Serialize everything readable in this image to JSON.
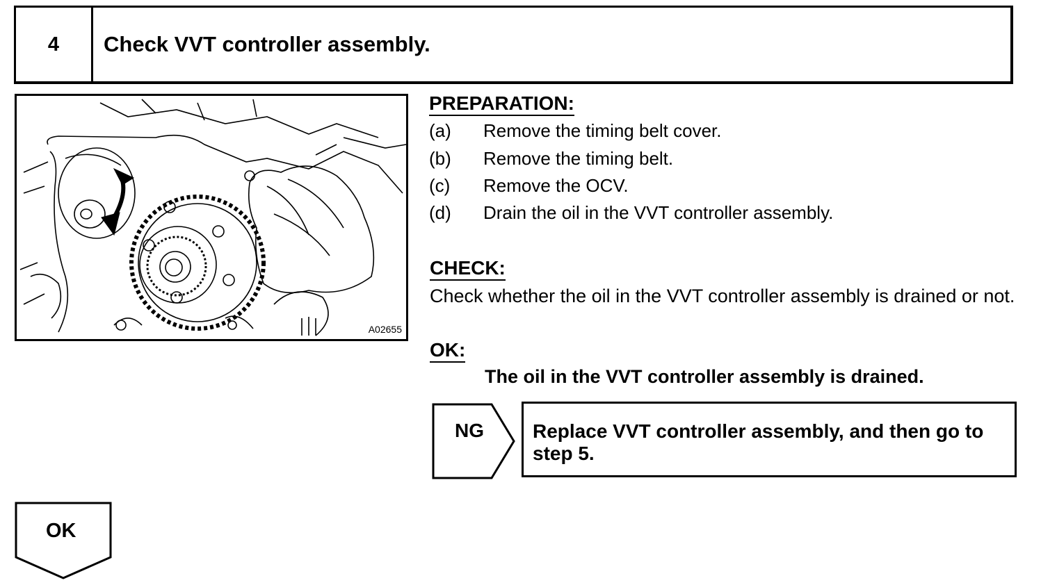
{
  "step": {
    "number": "4",
    "title": "Check VVT controller assembly."
  },
  "figure": {
    "code": "A02655"
  },
  "preparation": {
    "heading": "PREPARATION:",
    "items": [
      {
        "letter": "(a)",
        "text": "Remove the timing belt cover."
      },
      {
        "letter": "(b)",
        "text": "Remove the timing belt."
      },
      {
        "letter": "(c)",
        "text": "Remove the OCV."
      },
      {
        "letter": "(d)",
        "text": "Drain the oil in the VVT controller assembly."
      }
    ]
  },
  "check": {
    "heading": "CHECK:",
    "text": "Check whether the oil in the VVT controller assembly is drained or not."
  },
  "ok_result": {
    "heading": "OK:",
    "text": "The oil in the VVT controller assembly is drained."
  },
  "ng_branch": {
    "label": "NG",
    "action": "Replace VVT controller assembly, and then go to step 5."
  },
  "ok_branch": {
    "label": "OK"
  }
}
